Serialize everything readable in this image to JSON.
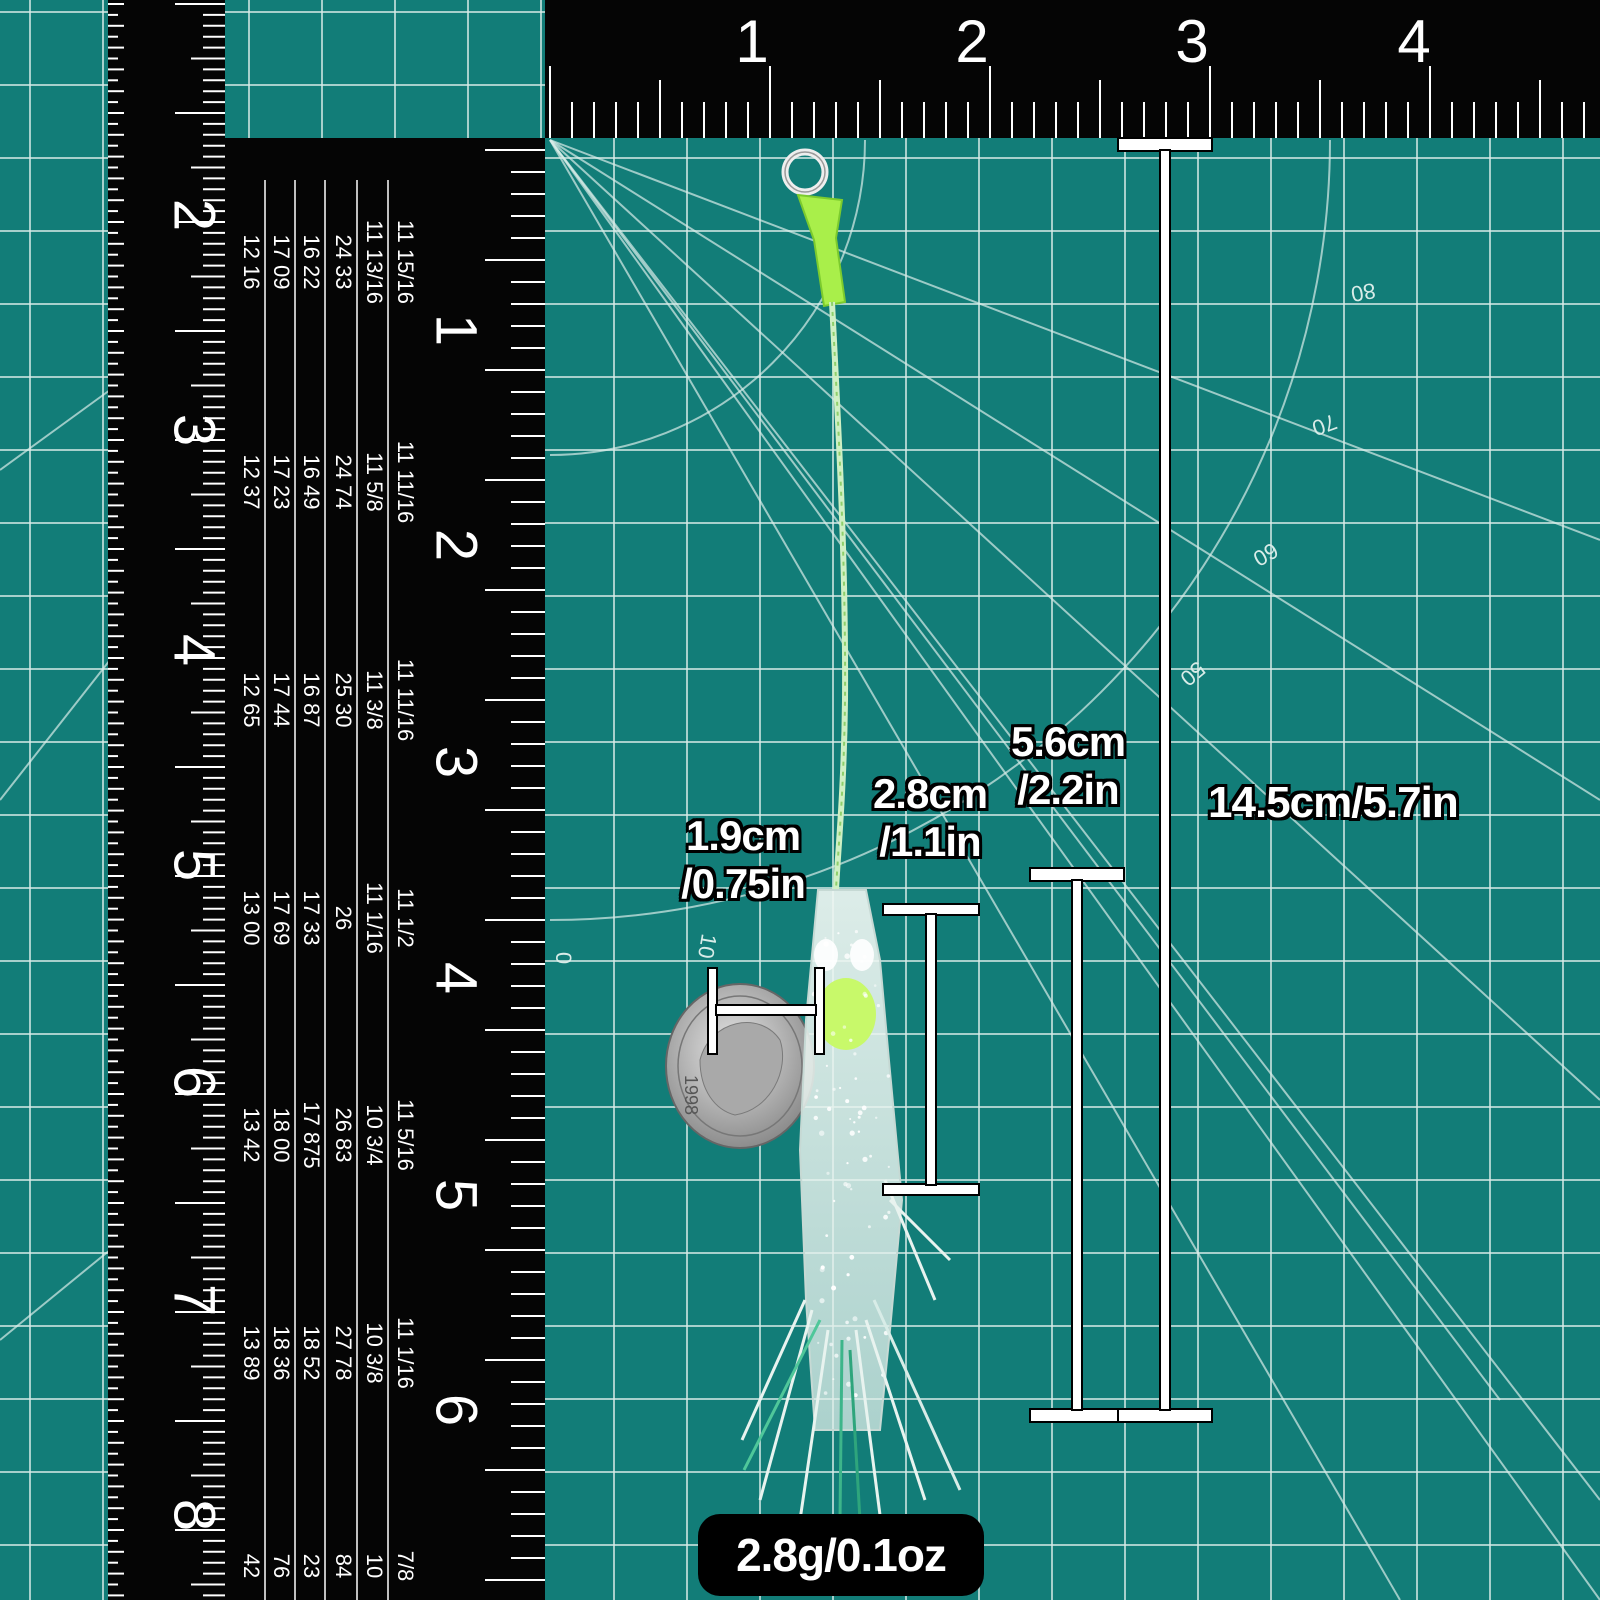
{
  "colors": {
    "mat": "#127d78",
    "grid_line": "#d9ece8",
    "ruler": "#050505",
    "marker": "#ffffff",
    "lure_glow": "#c8f96a"
  },
  "top_ruler": {
    "numbers": [
      "1",
      "2",
      "3",
      "4"
    ]
  },
  "inner_ruler": {
    "numbers": [
      "1",
      "2",
      "3",
      "4",
      "5",
      "6"
    ]
  },
  "outer_ruler": {
    "numbers": [
      "2",
      "3",
      "4",
      "5",
      "6",
      "7",
      "8"
    ]
  },
  "ruler_tables": [
    [
      "12 16",
      "17 09",
      "16 22",
      "24 33",
      "11 13/16",
      "11 15/16"
    ],
    [
      "12 37",
      "17 23",
      "16 49",
      "24 74",
      "11 5/8",
      "11 11/16"
    ],
    [
      "12 65",
      "17 44",
      "16 87",
      "25 30",
      "11 3/8",
      "11 11/16"
    ],
    [
      "13 00",
      "17 69",
      "17 33",
      "26",
      "11 1/16",
      "11 1/2"
    ],
    [
      "13 42",
      "18 00",
      "17 875",
      "26 83",
      "10 3/4",
      "11 5/16"
    ],
    [
      "13 89",
      "18 36",
      "18 52",
      "27 78",
      "10 3/8",
      "11 1/16"
    ],
    [
      "42",
      "76",
      "23",
      "84",
      "10",
      "7/8"
    ]
  ],
  "protractor_labels": [
    "80",
    "70",
    "60",
    "50",
    "10",
    "0"
  ],
  "coin": {
    "year": "1998"
  },
  "dimensions": [
    {
      "id": "head-width",
      "line1": "1.9cm",
      "line2": "/0.75in"
    },
    {
      "id": "head-length",
      "line1": "2.8cm",
      "line2": "/1.1in"
    },
    {
      "id": "skirt-length",
      "line1": "5.6cm",
      "line2": "/2.2in"
    },
    {
      "id": "total-length",
      "line1": "14.5cm/5.7in",
      "line2": ""
    }
  ],
  "weight": "2.8g/0.1oz"
}
